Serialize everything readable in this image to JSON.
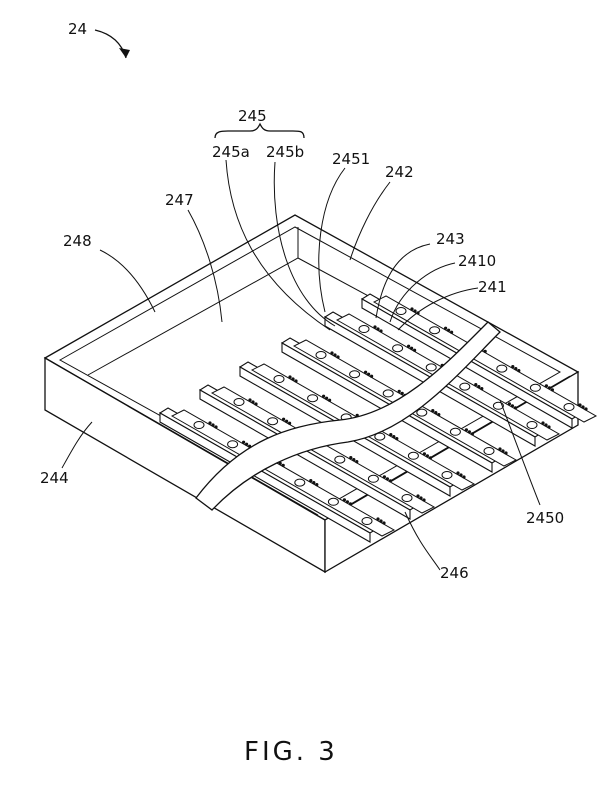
{
  "figure": {
    "caption": "FIG. 3",
    "labels": {
      "assembly": "24",
      "group": "245",
      "part_a": "245a",
      "part_b": "245b",
      "rail_top": "2451",
      "panel": "242",
      "lens": "243",
      "board": "2410",
      "chip": "241",
      "wall_left": "248",
      "floor": "247",
      "side_front_left": "244",
      "side_front_right": "246",
      "rail_bottom": "2450"
    },
    "strip_count": 6
  }
}
